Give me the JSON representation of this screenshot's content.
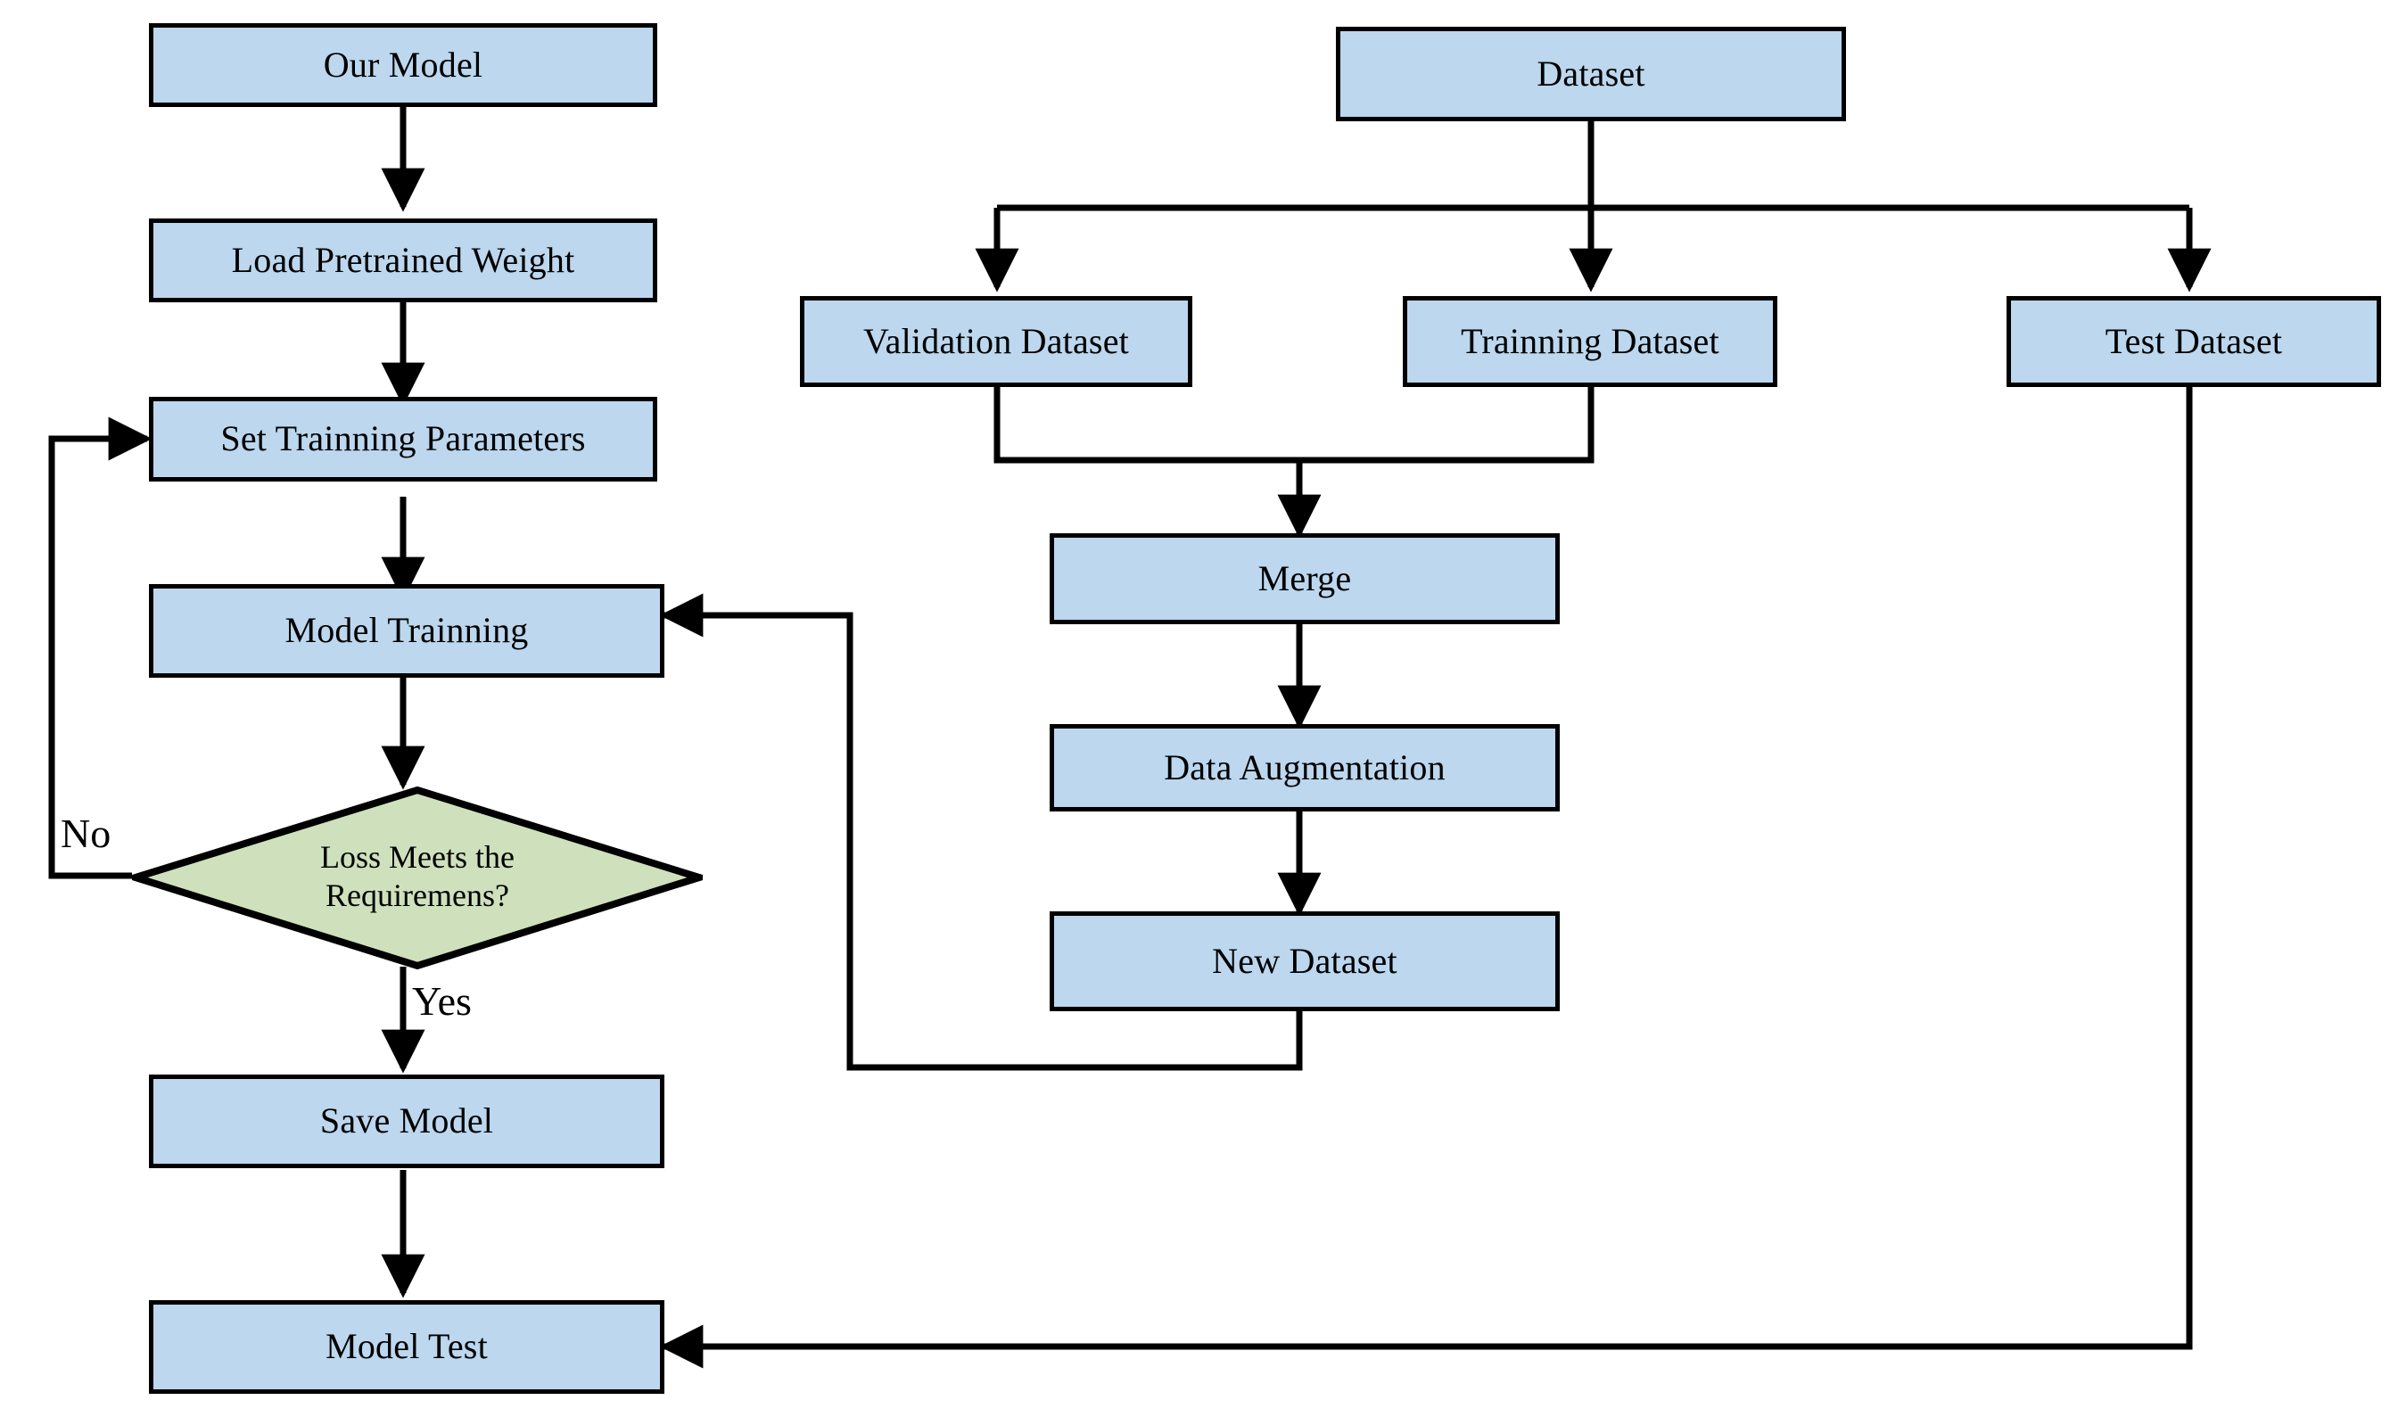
{
  "diagram": {
    "title": "Model training and dataset preparation flowchart",
    "colors": {
      "process_fill": "#bcd7ee",
      "decision_fill": "#cfe1bc",
      "stroke": "#000000",
      "background": "#ffffff"
    },
    "nodes": [
      {
        "id": "our_model",
        "label": "Our Model",
        "shape": "rect"
      },
      {
        "id": "load_weight",
        "label": "Load Pretrained Weight",
        "shape": "rect"
      },
      {
        "id": "set_params",
        "label": "Set Trainning Parameters",
        "shape": "rect"
      },
      {
        "id": "model_training",
        "label": "Model Trainning",
        "shape": "rect"
      },
      {
        "id": "loss_check",
        "label": "Loss Meets the\nRequiremens?",
        "shape": "diamond"
      },
      {
        "id": "save_model",
        "label": "Save Model",
        "shape": "rect"
      },
      {
        "id": "model_test",
        "label": "Model Test",
        "shape": "rect"
      },
      {
        "id": "dataset",
        "label": "Dataset",
        "shape": "rect"
      },
      {
        "id": "validation_set",
        "label": "Validation Dataset",
        "shape": "rect"
      },
      {
        "id": "training_set",
        "label": "Trainning Dataset",
        "shape": "rect"
      },
      {
        "id": "test_set",
        "label": "Test Dataset",
        "shape": "rect"
      },
      {
        "id": "merge",
        "label": "Merge",
        "shape": "rect"
      },
      {
        "id": "data_aug",
        "label": "Data Augmentation",
        "shape": "rect"
      },
      {
        "id": "new_dataset",
        "label": "New Dataset",
        "shape": "rect"
      }
    ],
    "edge_labels": [
      {
        "id": "no_label",
        "label": "No"
      },
      {
        "id": "yes_label",
        "label": "Yes"
      }
    ],
    "edges": [
      {
        "from": "our_model",
        "to": "load_weight",
        "label": ""
      },
      {
        "from": "load_weight",
        "to": "set_params",
        "label": ""
      },
      {
        "from": "set_params",
        "to": "model_training",
        "label": ""
      },
      {
        "from": "model_training",
        "to": "loss_check",
        "label": ""
      },
      {
        "from": "loss_check",
        "to": "set_params",
        "label": "No"
      },
      {
        "from": "loss_check",
        "to": "save_model",
        "label": "Yes"
      },
      {
        "from": "save_model",
        "to": "model_test",
        "label": ""
      },
      {
        "from": "dataset",
        "to": "validation_set",
        "label": ""
      },
      {
        "from": "dataset",
        "to": "training_set",
        "label": ""
      },
      {
        "from": "dataset",
        "to": "test_set",
        "label": ""
      },
      {
        "from": "validation_set",
        "to": "merge",
        "label": ""
      },
      {
        "from": "training_set",
        "to": "merge",
        "label": ""
      },
      {
        "from": "merge",
        "to": "data_aug",
        "label": ""
      },
      {
        "from": "data_aug",
        "to": "new_dataset",
        "label": ""
      },
      {
        "from": "new_dataset",
        "to": "model_training",
        "label": ""
      },
      {
        "from": "test_set",
        "to": "model_test",
        "label": ""
      }
    ]
  }
}
